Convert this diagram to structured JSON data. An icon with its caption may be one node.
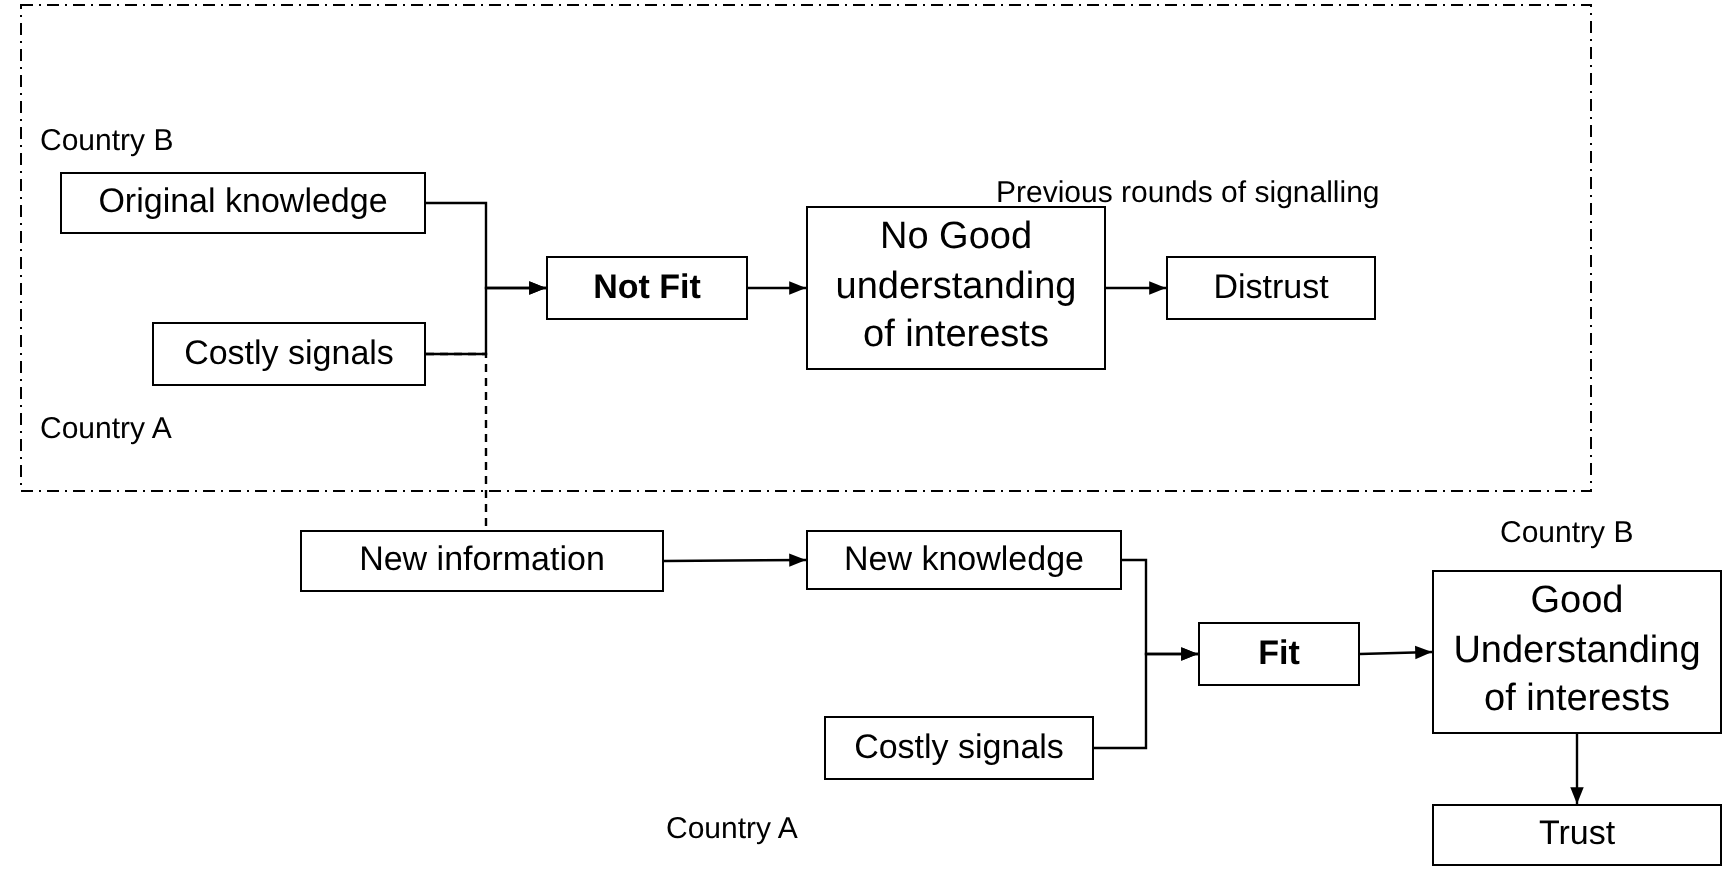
{
  "diagram": {
    "nodes": [
      {
        "text": [
          "Previous rounds of signalling"
        ]
      },
      {
        "text": [
          "Original knowledge"
        ],
        "in": 0
      },
      {
        "text": [
          "Costly signals"
        ],
        "in": 0
      },
      {
        "text": [
          "Not Fit"
        ],
        "in": 0
      },
      {
        "text": [
          "No Good understanding of interests"
        ],
        "in": 0
      },
      {
        "text": [
          "Distrust"
        ],
        "in": 0
      },
      {
        "text": [
          "New information"
        ]
      },
      {
        "text": [
          "New knowledge"
        ]
      },
      {
        "text": [
          "Costly signals"
        ]
      },
      {
        "text": [
          "Fit"
        ]
      },
      {
        "text": [
          "Good Understanding of interests"
        ]
      },
      {
        "text": [
          "Trust"
        ]
      }
    ],
    "edges": [
      {
        "from": 1,
        "to": 3,
        "arrow": "to"
      },
      {
        "from": 2,
        "to": 3,
        "arrow": "to"
      },
      {
        "from": 3,
        "to": 4,
        "arrow": "to"
      },
      {
        "from": 4,
        "to": 5,
        "arrow": "to"
      },
      {
        "from": 2,
        "to": 6,
        "arrow": "none",
        "style": "dashed"
      },
      {
        "from": 6,
        "to": 7,
        "arrow": "to"
      },
      {
        "from": 7,
        "to": 9,
        "arrow": "to"
      },
      {
        "from": 8,
        "to": 9,
        "arrow": "to"
      },
      {
        "from": 9,
        "to": 10,
        "arrow": "to"
      },
      {
        "from": 10,
        "to": 11,
        "arrow": "to"
      }
    ],
    "labels": [
      "Country B",
      "Country A",
      "Country B",
      "Country A"
    ]
  }
}
